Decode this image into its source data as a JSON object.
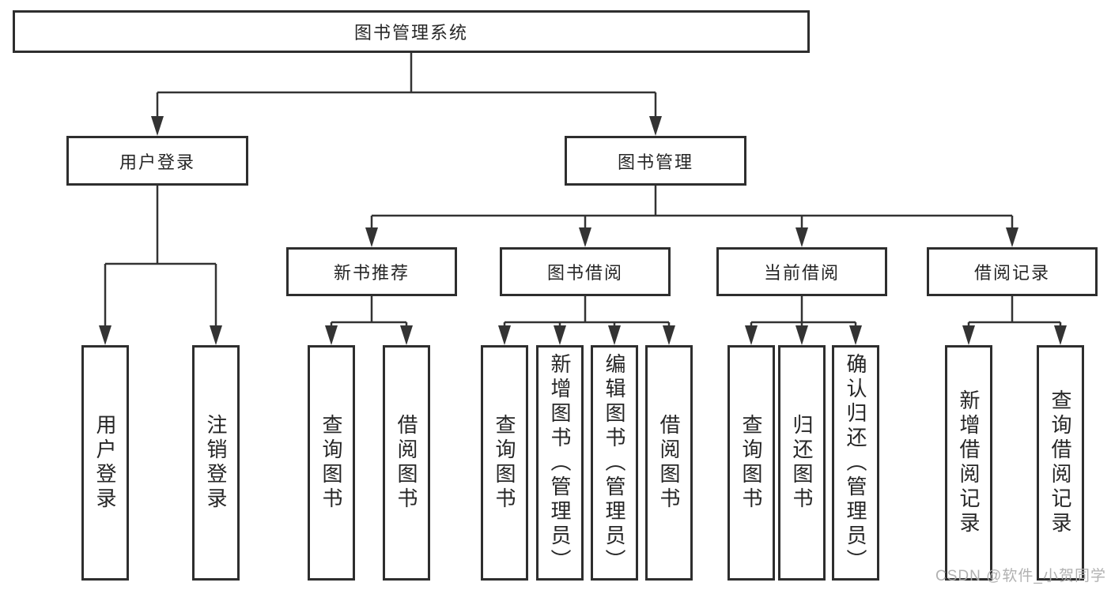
{
  "root_label": "图书管理系统",
  "user_login": {
    "label": "用户登录",
    "children": [
      "用户登录",
      "注销登录"
    ]
  },
  "book_management": {
    "label": "图书管理",
    "children": [
      {
        "label": "新书推荐",
        "children": [
          "查询图书",
          "借阅图书"
        ]
      },
      {
        "label": "图书借阅",
        "children": [
          "查询图书",
          "新增图书（管理员）",
          "编辑图书（管理员）",
          "借阅图书"
        ]
      },
      {
        "label": "当前借阅",
        "children": [
          "查询图书",
          "归还图书",
          "确认归还（管理员）"
        ]
      },
      {
        "label": "借阅记录",
        "children": [
          "新增借阅记录",
          "查询借阅记录"
        ]
      }
    ]
  },
  "watermark": "CSDN @软件_小贺同学",
  "colors": {
    "line": "#333333",
    "box_border": "#2e2e2e",
    "text": "#262626",
    "watermark": "#adadad",
    "background": "#ffffff"
  }
}
